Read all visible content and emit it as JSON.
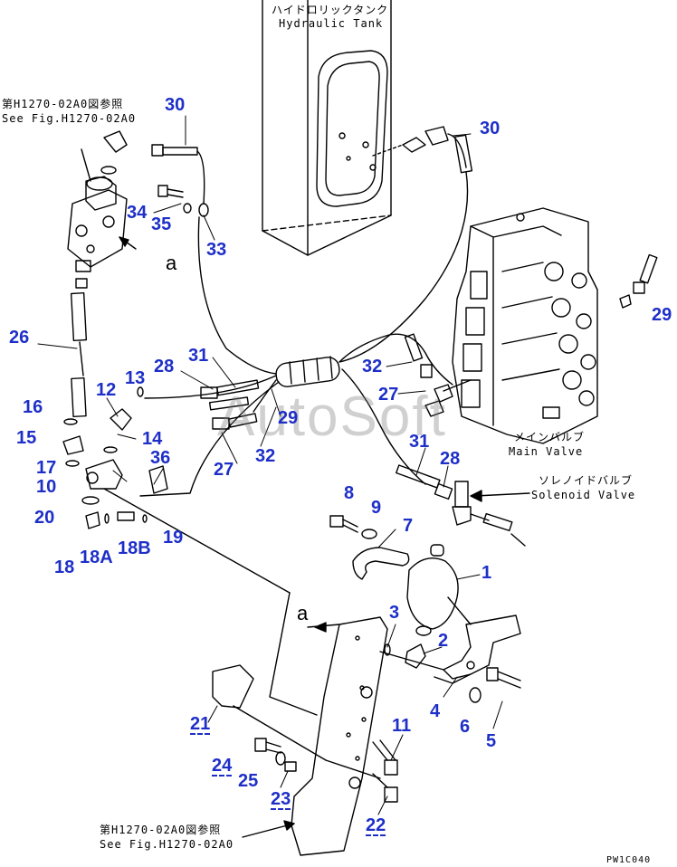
{
  "labels": {
    "tank_jp": "ハイドロリックタンク",
    "tank_en": "Hydraulic Tank",
    "ref_top_jp": "第H1270-02A0図参照",
    "ref_top_en": "See Fig.H1270-02A0",
    "main_valve_jp": "メインバルブ",
    "main_valve_en": "Main Valve",
    "solenoid_jp": "ソレノイドバルブ",
    "solenoid_en": "Solenoid Valve",
    "ref_bottom_jp": "第H1270-02A0図参照",
    "ref_bottom_en": "See Fig.H1270-02A0",
    "code": "PW1C040",
    "watermark": "AutoSoft",
    "letter_a_1": "a",
    "letter_a_2": "a"
  },
  "colors": {
    "part_number": "#1e2fc8",
    "line": "#000000"
  },
  "part_numbers": [
    {
      "n": "30"
    },
    {
      "n": "30"
    },
    {
      "n": "34"
    },
    {
      "n": "35"
    },
    {
      "n": "33"
    },
    {
      "n": "29"
    },
    {
      "n": "26"
    },
    {
      "n": "28"
    },
    {
      "n": "31"
    },
    {
      "n": "32"
    },
    {
      "n": "12"
    },
    {
      "n": "13"
    },
    {
      "n": "27"
    },
    {
      "n": "16"
    },
    {
      "n": "29"
    },
    {
      "n": "15"
    },
    {
      "n": "14"
    },
    {
      "n": "36"
    },
    {
      "n": "17"
    },
    {
      "n": "31"
    },
    {
      "n": "28"
    },
    {
      "n": "27"
    },
    {
      "n": "32"
    },
    {
      "n": "10"
    },
    {
      "n": "8"
    },
    {
      "n": "9"
    },
    {
      "n": "7"
    },
    {
      "n": "20"
    },
    {
      "n": "19"
    },
    {
      "n": "18"
    },
    {
      "n": "18A"
    },
    {
      "n": "18B"
    },
    {
      "n": "1"
    },
    {
      "n": "3"
    },
    {
      "n": "2"
    },
    {
      "n": "4"
    },
    {
      "n": "6"
    },
    {
      "n": "5"
    },
    {
      "n": "21"
    },
    {
      "n": "11"
    },
    {
      "n": "24"
    },
    {
      "n": "25"
    },
    {
      "n": "23"
    },
    {
      "n": "22"
    }
  ]
}
